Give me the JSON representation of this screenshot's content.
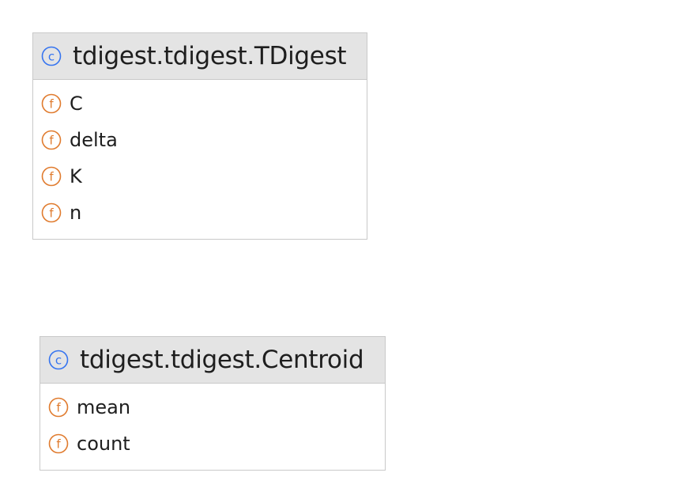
{
  "classes": [
    {
      "title": "tdigest.tdigest.TDigest",
      "icon": "class-icon",
      "fields": [
        {
          "name": "C",
          "icon": "field-icon"
        },
        {
          "name": "delta",
          "icon": "field-icon"
        },
        {
          "name": "K",
          "icon": "field-icon"
        },
        {
          "name": "n",
          "icon": "field-icon"
        }
      ]
    },
    {
      "title": "tdigest.tdigest.Centroid",
      "icon": "class-icon",
      "fields": [
        {
          "name": "mean",
          "icon": "field-icon"
        },
        {
          "name": "count",
          "icon": "field-icon"
        }
      ]
    }
  ],
  "colors": {
    "class_icon": "#3574f0",
    "field_icon": "#e07b2e",
    "header_bg": "#e4e4e4",
    "border": "#c9c9c9",
    "text": "#1e1e1e"
  }
}
